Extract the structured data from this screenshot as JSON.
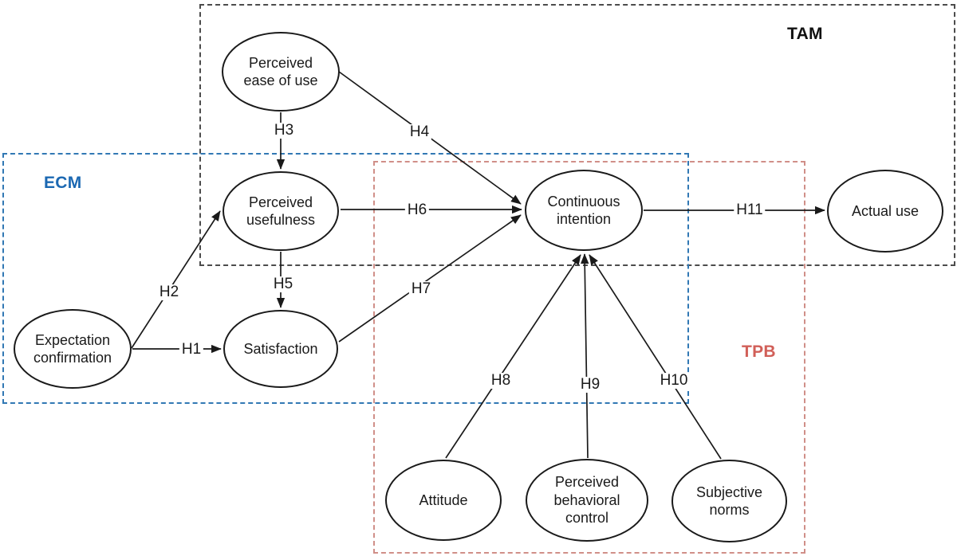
{
  "diagram": {
    "type": "research-model-path-diagram",
    "groups": {
      "tam": {
        "label": "TAM",
        "text_color": "#111111",
        "border_color": "#4c4c4c",
        "contains": [
          "Perceived ease of use",
          "Perceived usefulness",
          "Continuous intention",
          "Actual use"
        ]
      },
      "ecm": {
        "label": "ECM",
        "text_color": "#1b68b2",
        "border_color": "#3178b4",
        "contains": [
          "Expectation confirmation",
          "Perceived usefulness",
          "Satisfaction",
          "Continuous intention"
        ]
      },
      "tpb": {
        "label": "TPB",
        "text_color": "#d15f58",
        "border_color": "#d08f88",
        "contains": [
          "Continuous intention",
          "Attitude",
          "Perceived behavioral control",
          "Subjective norms"
        ]
      }
    },
    "nodes": {
      "peou": {
        "label": "Perceived ease of use"
      },
      "pu": {
        "label": "Perceived usefulness"
      },
      "sat": {
        "label": "Satisfaction"
      },
      "ec": {
        "label": "Expectation confirmation"
      },
      "ci": {
        "label": "Continuous intention"
      },
      "au": {
        "label": "Actual use"
      },
      "att": {
        "label": "Attitude"
      },
      "pbc": {
        "label": "Perceived behavioral control"
      },
      "sn": {
        "label": "Subjective norms"
      }
    },
    "edges": {
      "h1": {
        "label": "H1",
        "from": "Expectation confirmation",
        "to": "Satisfaction"
      },
      "h2": {
        "label": "H2",
        "from": "Expectation confirmation",
        "to": "Perceived usefulness"
      },
      "h3": {
        "label": "H3",
        "from": "Perceived ease of use",
        "to": "Perceived usefulness"
      },
      "h4": {
        "label": "H4",
        "from": "Perceived ease of use",
        "to": "Continuous intention"
      },
      "h5": {
        "label": "H5",
        "from": "Perceived usefulness",
        "to": "Satisfaction"
      },
      "h6": {
        "label": "H6",
        "from": "Perceived usefulness",
        "to": "Continuous intention"
      },
      "h7": {
        "label": "H7",
        "from": "Satisfaction",
        "to": "Continuous intention"
      },
      "h8": {
        "label": "H8",
        "from": "Attitude",
        "to": "Continuous intention"
      },
      "h9": {
        "label": "H9",
        "from": "Perceived behavioral control",
        "to": "Continuous intention"
      },
      "h10": {
        "label": "H10",
        "from": "Subjective norms",
        "to": "Continuous intention"
      },
      "h11": {
        "label": "H11",
        "from": "Continuous intention",
        "to": "Actual use"
      }
    },
    "line_color": "#1a1a1a"
  }
}
